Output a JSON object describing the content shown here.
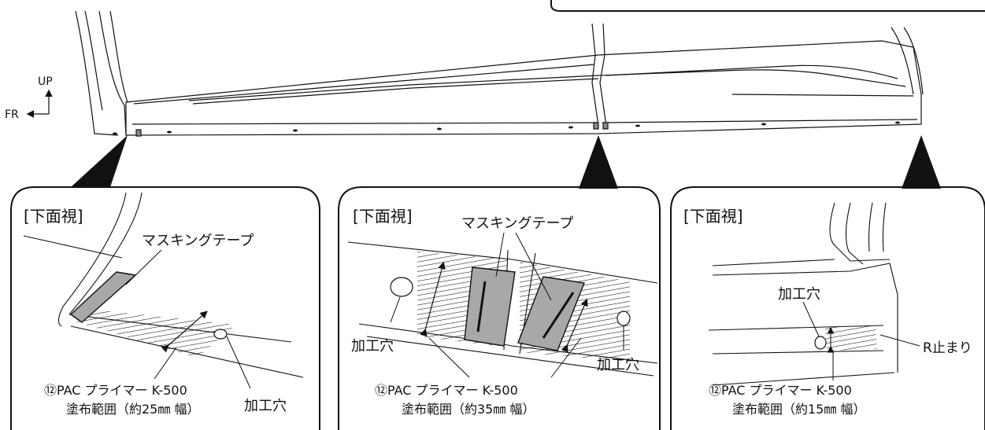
{
  "overview": {
    "up_label": "UP",
    "fr_label": "FR"
  },
  "panels": [
    {
      "view_label": "[下面視]",
      "tape_label": "マスキングテープ",
      "hole_label": "加工穴",
      "primer_line1": "⑫PAC プライマー K-500",
      "primer_line2": "塗布範囲（約25㎜ 幅）"
    },
    {
      "view_label": "[下面視]",
      "tape_label": "マスキングテープ",
      "hole_label_left": "加工穴",
      "hole_label_right": "加工穴",
      "primer_line1": "⑫PAC プライマー K-500",
      "primer_line2": "塗布範囲（約35㎜ 幅）"
    },
    {
      "view_label": "[下面視]",
      "hole_label": "加工穴",
      "r_stop_label": "R止まり",
      "primer_line1": "⑫PAC プライマー K-500",
      "primer_line2": "塗布範囲（約15㎜ 幅）"
    }
  ],
  "colors": {
    "line": "#111111",
    "tape_fill": "#a8a8a8",
    "pointer_fill": "#111111"
  }
}
